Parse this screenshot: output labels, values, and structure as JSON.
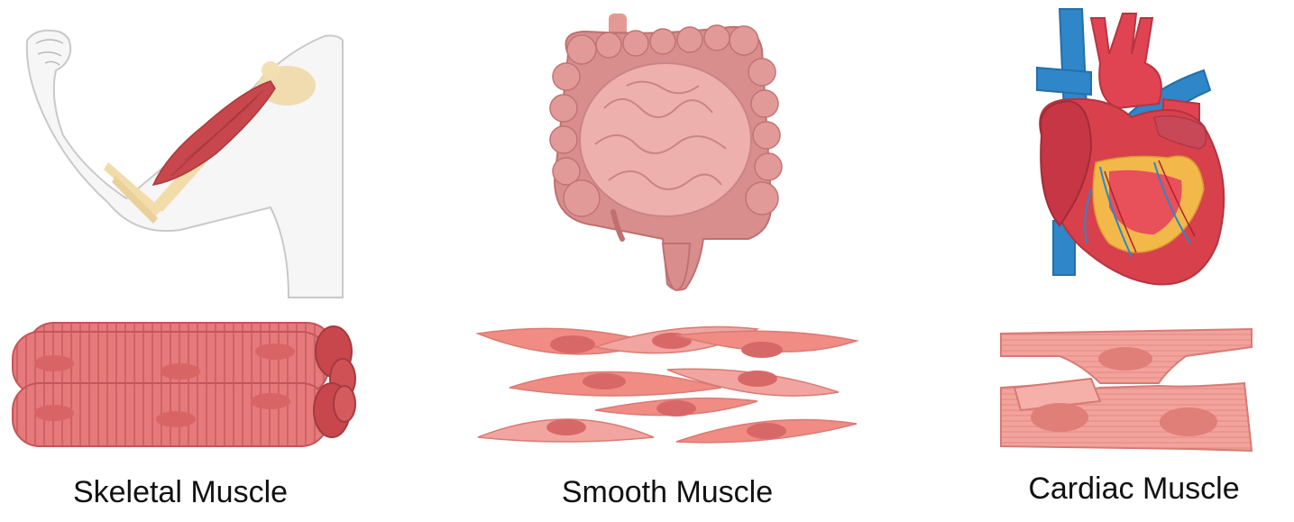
{
  "panels": [
    {
      "label": "Skeletal Muscle",
      "organ_icon": "flexed-arm-icon",
      "tissue_icon": "striated-fiber-bundle-icon"
    },
    {
      "label": "Smooth Muscle",
      "organ_icon": "intestines-icon",
      "tissue_icon": "spindle-cells-icon"
    },
    {
      "label": "Cardiac Muscle",
      "organ_icon": "heart-icon",
      "tissue_icon": "branched-cardiomyocytes-icon"
    }
  ],
  "colors": {
    "muscle_red": "#d9676a",
    "muscle_light": "#f0a09a",
    "nucleus": "#d06868",
    "intestine_pink": "#e8a0a0",
    "heart_red": "#d8404c",
    "vessel_blue": "#2f86c8",
    "fat_yellow": "#f2b84a",
    "label_text": "#111111"
  }
}
